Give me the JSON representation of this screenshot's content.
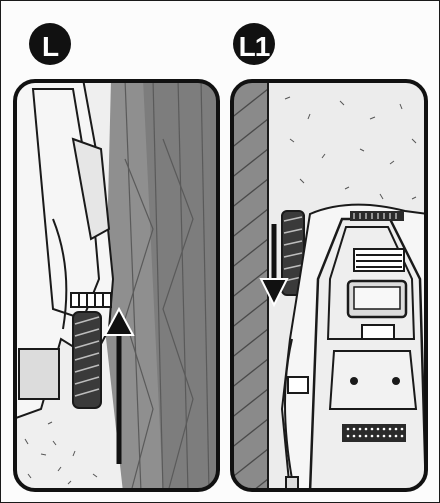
{
  "figure": {
    "colors": {
      "outline": "#1a1a1a",
      "lawn": "#e9e9e9",
      "grass": "#8c8c8c",
      "grass_dark": "#6a6a6a",
      "wall": "#7a7a7a",
      "mower_body": "#f6f6f6",
      "badge": "#111111"
    },
    "steps": [
      {
        "id": "L",
        "label": "L",
        "icon": "mower-side-view-with-up-arrow"
      },
      {
        "id": "L1",
        "label": "L1",
        "icon": "mower-rear-view-with-down-arrow"
      }
    ]
  }
}
